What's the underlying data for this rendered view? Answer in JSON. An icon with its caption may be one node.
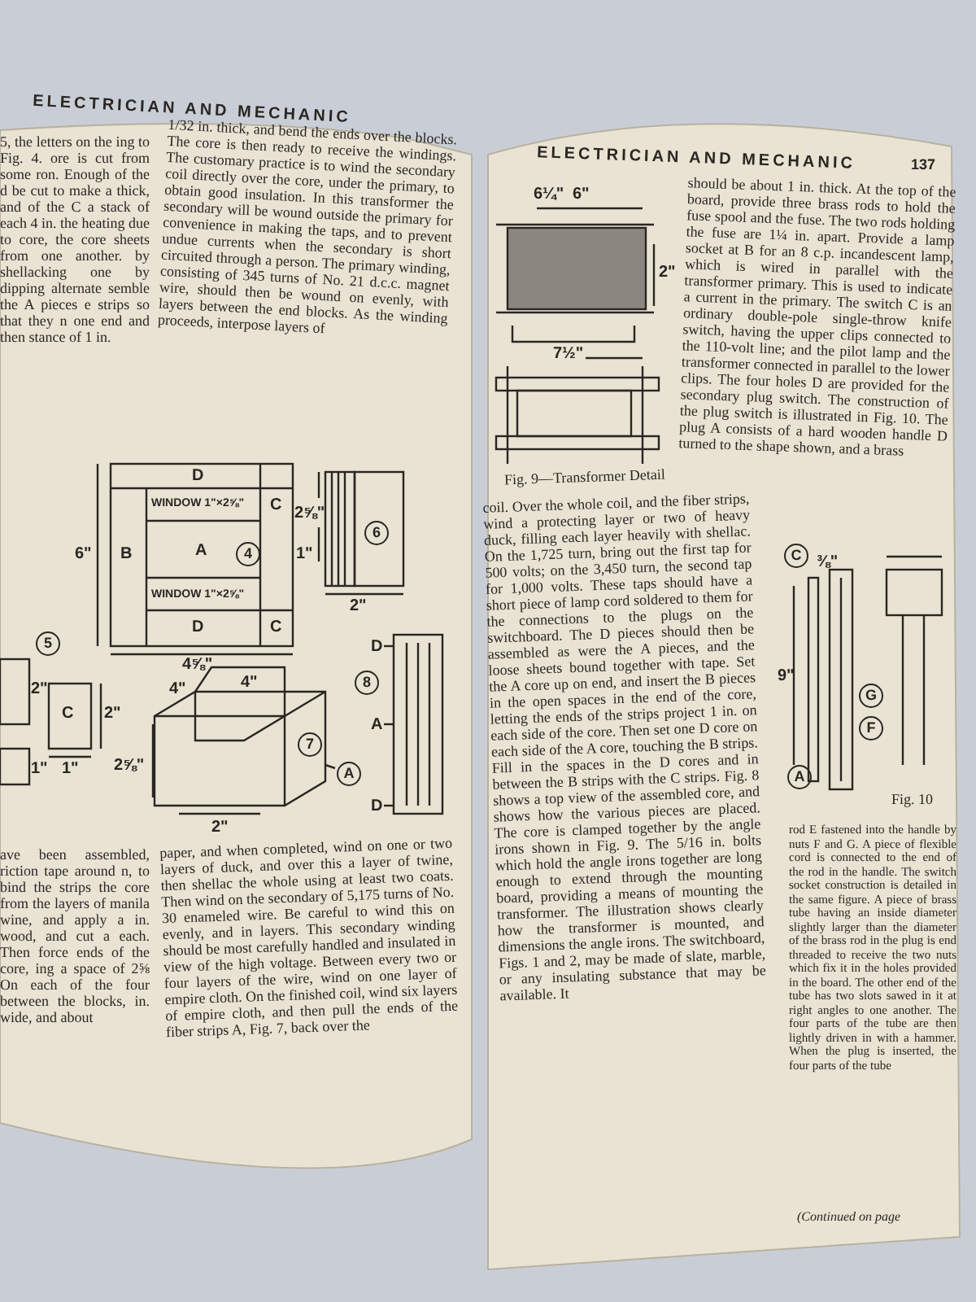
{
  "diagram": {
    "labels": [
      "ELECTRICIAN AND MECHANIC",
      "5, the letters on the ing to Fig. 4. ore is cut from some ron. Enough of the d be cut to make a thick, and of the C a stack of each 4 in. the heating due to core, the core sheets from one another. by shellacking one by dipping alternate semble the A pieces e strips so that they n one end and then stance of 1 in.",
      "1/32 in. thick, and bend the ends over the blocks. The core is then ready to receive the windings. The customary practice is to wind the secondary coil directly over the core, under the primary, to obtain good insulation. In this transformer the secondary will be wound outside the primary for convenience in making the taps, and to prevent undue currents when the secondary is short circuited through a person. The primary winding, consisting of 345 turns of No. 21 d.c.c. magnet wire, should then be wound on evenly, with layers between the end blocks. As the winding proceeds, interpose layers of",
      "D",
      "C",
      "WINDOW 1\"×2⅝\"",
      "B",
      "A",
      "4",
      "WINDOW 1\"×2⅝\"",
      "C",
      "D",
      "6\"",
      "4⅝\"",
      "6",
      "2⅝\"",
      "1\"",
      "2\"",
      "5",
      "2\"",
      "C",
      "2\"",
      "1\"",
      "1\"",
      "4\"",
      "4\"",
      "2⅝\"",
      "7",
      "A",
      "2\"",
      "8",
      "D",
      "A",
      "D",
      "ave been assembled, riction tape around n, to bind the strips the core from the layers of manila wine, and apply a in. wood, and cut a each. Then force ends of the core, ing a space of 2⅝ On each of the four between the blocks, in. wide, and about",
      "paper, and when completed, wind on one or two layers of duck, and over this a layer of twine, then shellac the whole using at least two coats. Then wind on the secondary of 5,175 turns of No. 30 enameled wire. Be careful to wind this on evenly, and in layers. This secondary winding should be most carefully handled and insulated in view of the high voltage. Between every two or four layers of the wire, wind on one layer of empire cloth. On the finished coil, wind six layers of empire cloth, and then pull the ends of the fiber strips A, Fig. 7, back over the",
      "ELECTRICIAN AND MECHANIC",
      "137",
      "6¼\"",
      "6\"",
      "2\"",
      "7½\"",
      "Fig. 9—Transformer Detail",
      "coil. Over the whole coil, and the fiber strips, wind a protecting layer or two of heavy duck, filling each layer heavily with shellac. On the 1,725 turn, bring out the first tap for 500 volts; on the 3,450 turn, the second tap for 1,000 volts. These taps should have a short piece of lamp cord soldered to them for the connections to the plugs on the switchboard. The D pieces should then be assembled as were the A pieces, and the loose sheets bound together with tape. Set the A core up on end, and insert the B pieces in the open spaces in the end of the core, letting the ends of the strips project 1 in. on each side of the core. Then set one D core on each side of the A core, touching the B strips. Fill in the spaces in the D cores and in between the B strips with the C strips. Fig. 8 shows a top view of the assembled core, and shows how the various pieces are placed. The core is clamped together by the angle irons shown in Fig. 9. The 5/16 in. bolts which hold the angle irons together are long enough to extend through the mounting board, providing a means of mounting the transformer. The illustration shows clearly how the transformer is mounted, and dimensions the angle irons. The switchboard, Figs. 1 and 2, may be made of slate, marble, or any insulating substance that may be available. It",
      "should be about 1 in. thick. At the top of the board, provide three brass rods to hold the fuse spool and the fuse. The two rods holding the fuse are 1¼ in. apart. Provide a lamp socket at B for an 8 c.p. incandescent lamp, which is wired in parallel with the transformer primary. This is used to indicate a current in the primary. The switch C is an ordinary double-pole single-throw knife switch, having the upper clips connected to the 110-volt line; and the pilot lamp and the transformer connected in parallel to the lower clips. The four holes D are provided for the secondary plug switch. The construction of the plug switch is illustrated in Fig. 10. The plug A consists of a hard wooden handle D turned to the shape shown, and a brass",
      "C",
      "⅜\"",
      "9\"",
      "G",
      "F",
      "A",
      "Fig. 10",
      "rod E fastened into the handle by nuts F and G. A piece of flexible cord is connected to the end of the rod in the handle. The switch socket construction is detailed in the same figure. A piece of brass tube having an inside diameter slightly larger than the diameter of the brass rod in the plug is end threaded to receive the two nuts which fix it in the holes provided in the board. The other end of the tube has two slots sawed in it at right angles to one another. The four parts of the tube are then lightly driven in with a hammer. When the plug is inserted, the four parts of the tube",
      "(Continued on page"
    ]
  }
}
